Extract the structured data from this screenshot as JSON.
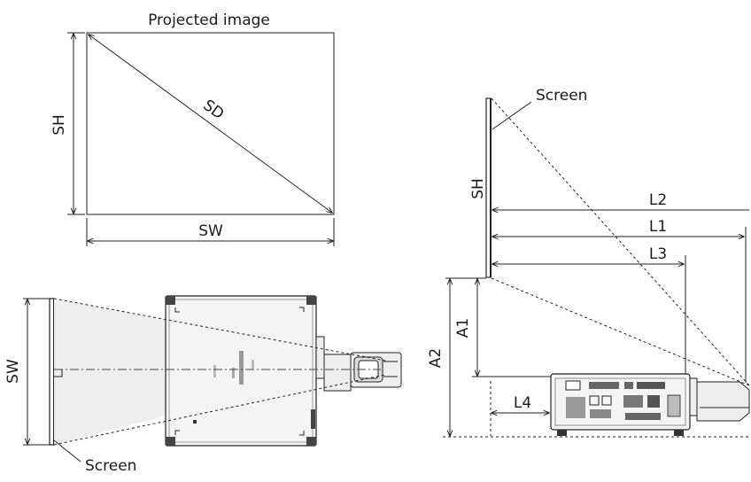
{
  "projected_image": {
    "title": "Projected image",
    "sh_label": "SH",
    "sw_label": "SW",
    "sd_label": "SD"
  },
  "top_view": {
    "sw_label": "SW",
    "screen_label": "Screen"
  },
  "side_view": {
    "screen_label": "Screen",
    "sh_label": "SH",
    "l1_label": "L1",
    "l2_label": "L2",
    "l3_label": "L3",
    "l4_label": "L4",
    "a1_label": "A1",
    "a2_label": "A2"
  }
}
